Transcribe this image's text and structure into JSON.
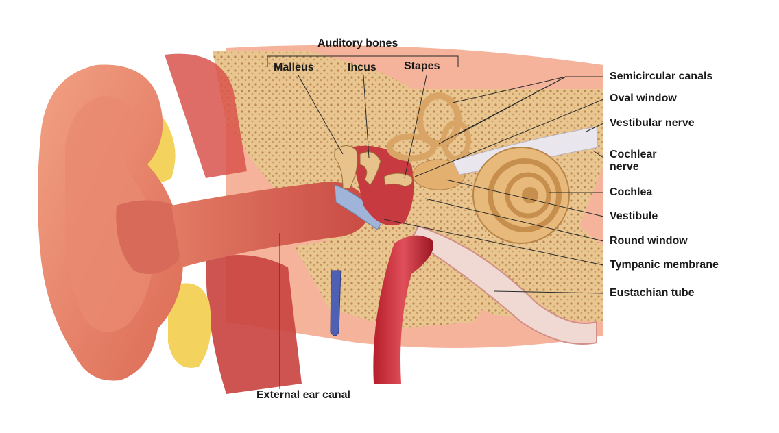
{
  "diagram": {
    "group_label": "Auditory bones",
    "labels": {
      "malleus": "Malleus",
      "incus": "Incus",
      "stapes": "Stapes",
      "semicircular_canals": "Semicircular canals",
      "oval_window": "Oval window",
      "vestibular_nerve": "Vestibular nerve",
      "cochlear_nerve_line1": "Cochlear",
      "cochlear_nerve_line2": "nerve",
      "cochlea": "Cochlea",
      "vestibule": "Vestibule",
      "round_window": "Round window",
      "tympanic_membrane": "Tympanic membrane",
      "eustachian_tube": "Eustachian tube",
      "external_ear_canal": "External ear canal"
    }
  }
}
